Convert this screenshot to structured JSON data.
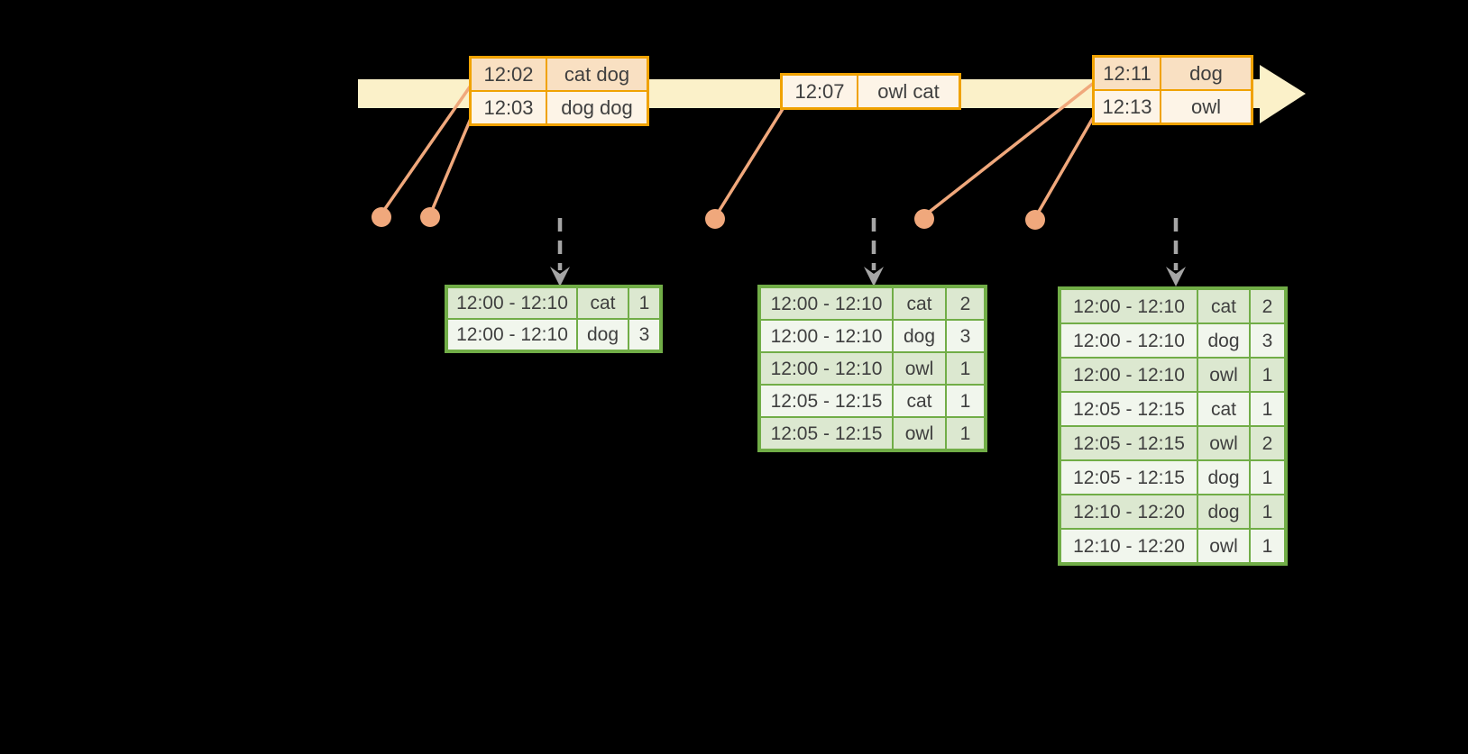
{
  "diagram": {
    "description": "Streaming windowed word-count diagram: events on a time arrow produce windowed count result tables"
  },
  "colors": {
    "background": "#000000",
    "timeline_band": "#fbf1c9",
    "event_table_border": "#f0a202",
    "event_row_dark": "#f9e0c2",
    "event_row_light": "#fdf4e7",
    "connector": "#f0a87c",
    "result_table_border": "#71ad47",
    "result_row_dark": "#dce8d0",
    "result_row_light": "#f1f6ed",
    "trigger_arrow": "#a5a5a5",
    "text": "#3f3f3f"
  },
  "timeline": {
    "events": [
      {
        "rows": [
          {
            "time": "12:02",
            "words": "cat dog"
          },
          {
            "time": "12:03",
            "words": "dog dog"
          }
        ]
      },
      {
        "rows": [
          {
            "time": "12:07",
            "words": "owl cat"
          }
        ]
      },
      {
        "rows": [
          {
            "time": "12:11",
            "words": "dog"
          },
          {
            "time": "12:13",
            "words": "owl"
          }
        ]
      }
    ]
  },
  "results": [
    {
      "rows": [
        {
          "window": "12:00 - 12:10",
          "word": "cat",
          "count": "1"
        },
        {
          "window": "12:00 - 12:10",
          "word": "dog",
          "count": "3"
        }
      ]
    },
    {
      "rows": [
        {
          "window": "12:00 - 12:10",
          "word": "cat",
          "count": "2"
        },
        {
          "window": "12:00 - 12:10",
          "word": "dog",
          "count": "3"
        },
        {
          "window": "12:00 - 12:10",
          "word": "owl",
          "count": "1"
        },
        {
          "window": "12:05 - 12:15",
          "word": "cat",
          "count": "1"
        },
        {
          "window": "12:05 - 12:15",
          "word": "owl",
          "count": "1"
        }
      ]
    },
    {
      "rows": [
        {
          "window": "12:00 - 12:10",
          "word": "cat",
          "count": "2"
        },
        {
          "window": "12:00 - 12:10",
          "word": "dog",
          "count": "3"
        },
        {
          "window": "12:00 - 12:10",
          "word": "owl",
          "count": "1"
        },
        {
          "window": "12:05 - 12:15",
          "word": "cat",
          "count": "1"
        },
        {
          "window": "12:05 - 12:15",
          "word": "owl",
          "count": "2"
        },
        {
          "window": "12:05 - 12:15",
          "word": "dog",
          "count": "1"
        },
        {
          "window": "12:10 - 12:20",
          "word": "dog",
          "count": "1"
        },
        {
          "window": "12:10 - 12:20",
          "word": "owl",
          "count": "1"
        }
      ]
    }
  ]
}
